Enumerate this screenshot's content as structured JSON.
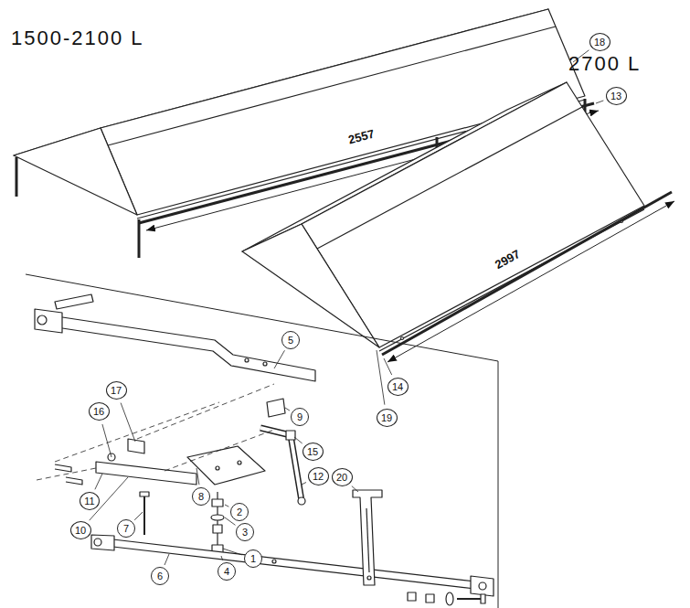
{
  "diagram": {
    "labels": [
      "1500-2100 L",
      "18",
      "13",
      "2557",
      "2700 L",
      "2997",
      "14",
      "19",
      "5",
      "17",
      "16",
      "9",
      "12",
      "15",
      "11",
      "10",
      "8",
      "2",
      "3",
      "7",
      "1",
      "4",
      "6",
      "20"
    ]
  }
}
